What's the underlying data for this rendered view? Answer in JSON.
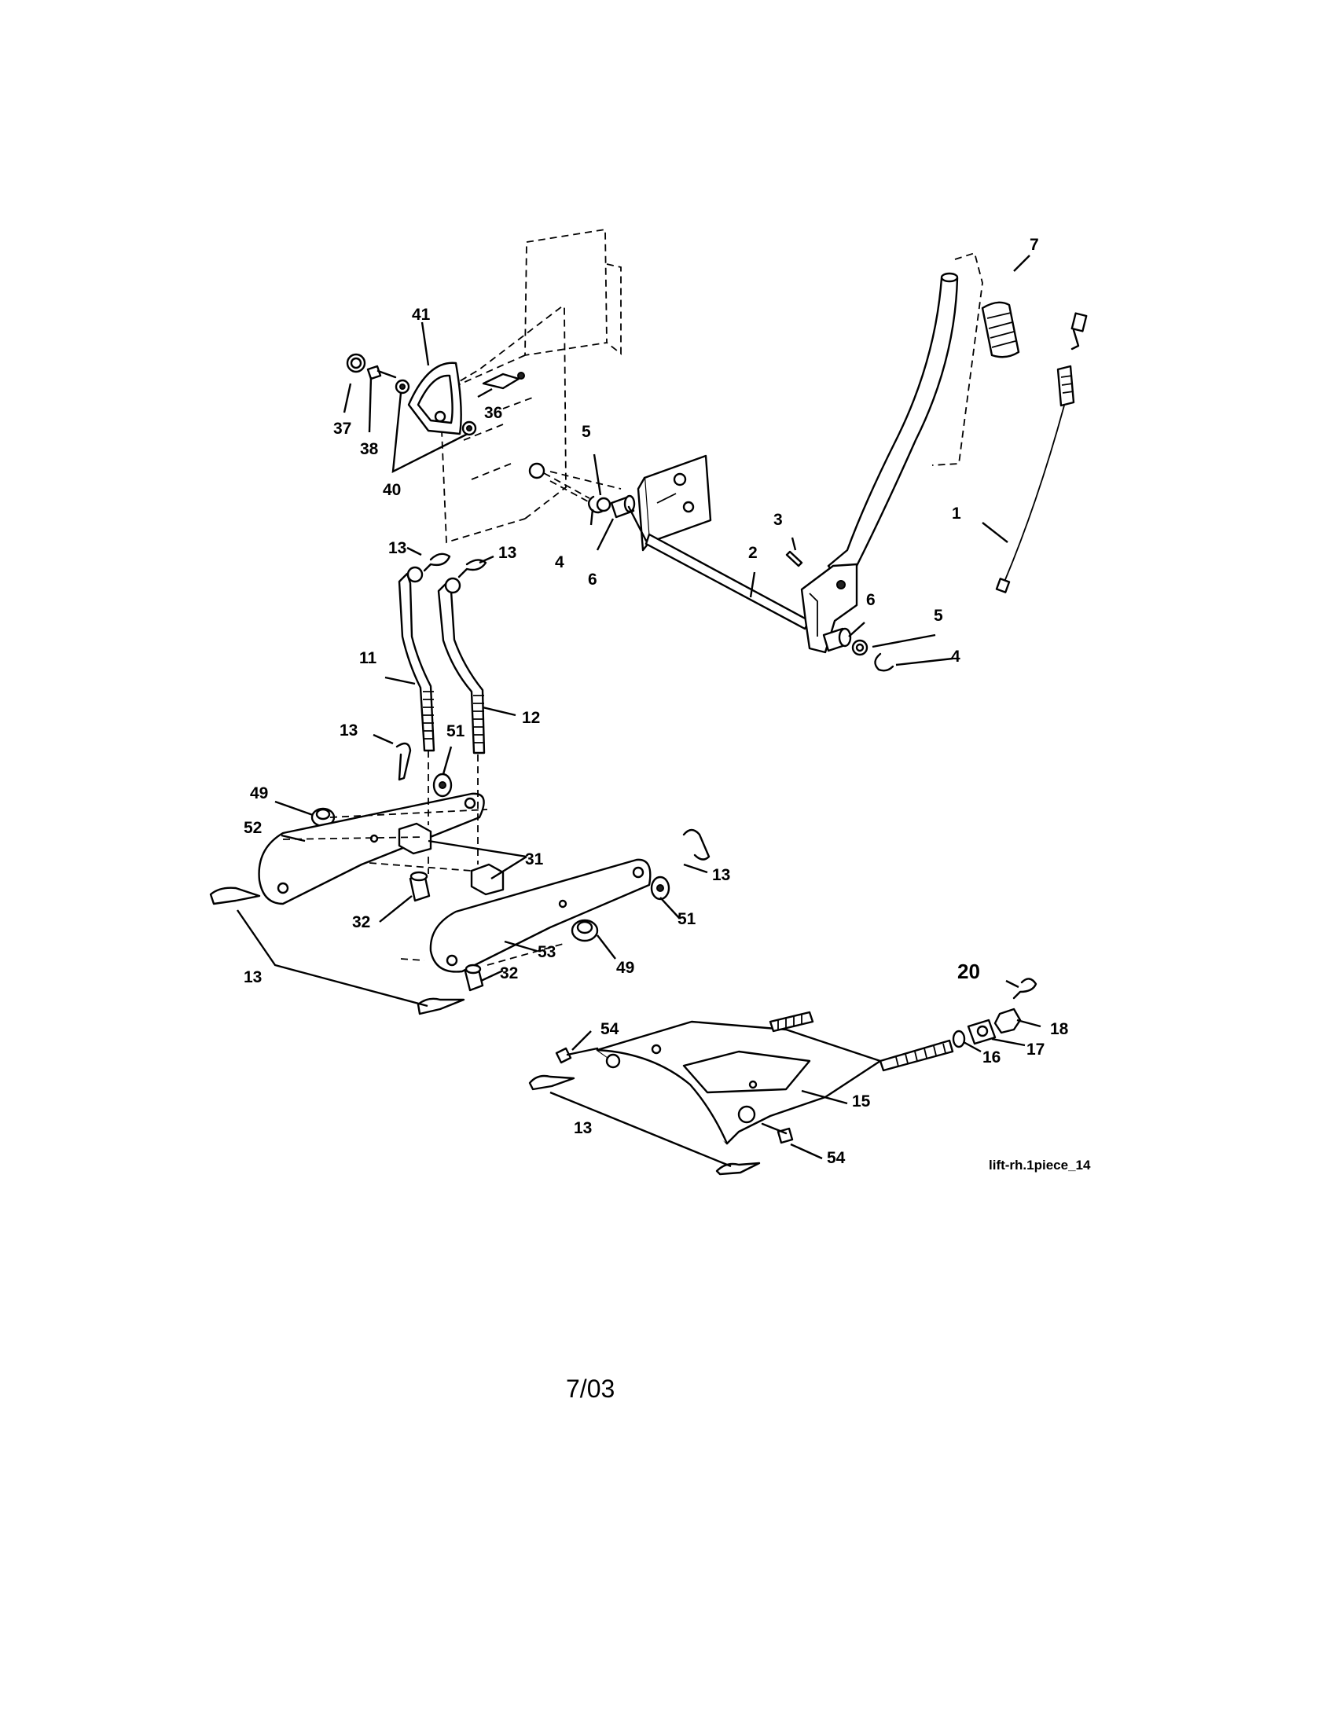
{
  "diagram": {
    "callouts": {
      "c1": "1",
      "c2": "2",
      "c3": "3",
      "c4a": "4",
      "c4b": "4",
      "c5a": "5",
      "c5b": "5",
      "c6a": "6",
      "c6b": "6",
      "c7": "7",
      "c11": "11",
      "c12": "12",
      "c13a": "13",
      "c13b": "13",
      "c13c": "13",
      "c13d": "13",
      "c13e": "13",
      "c13f": "13",
      "c15": "15",
      "c16": "16",
      "c17": "17",
      "c18": "18",
      "c20": "20",
      "c31": "31",
      "c32a": "32",
      "c32b": "32",
      "c36": "36",
      "c37": "37",
      "c38": "38",
      "c40": "40",
      "c41": "41",
      "c49a": "49",
      "c49b": "49",
      "c51a": "51",
      "c51b": "51",
      "c52": "52",
      "c53": "53",
      "c54a": "54",
      "c54b": "54"
    },
    "caption": "lift-rh.1piece_14"
  },
  "footer": {
    "date_code": "7/03"
  }
}
